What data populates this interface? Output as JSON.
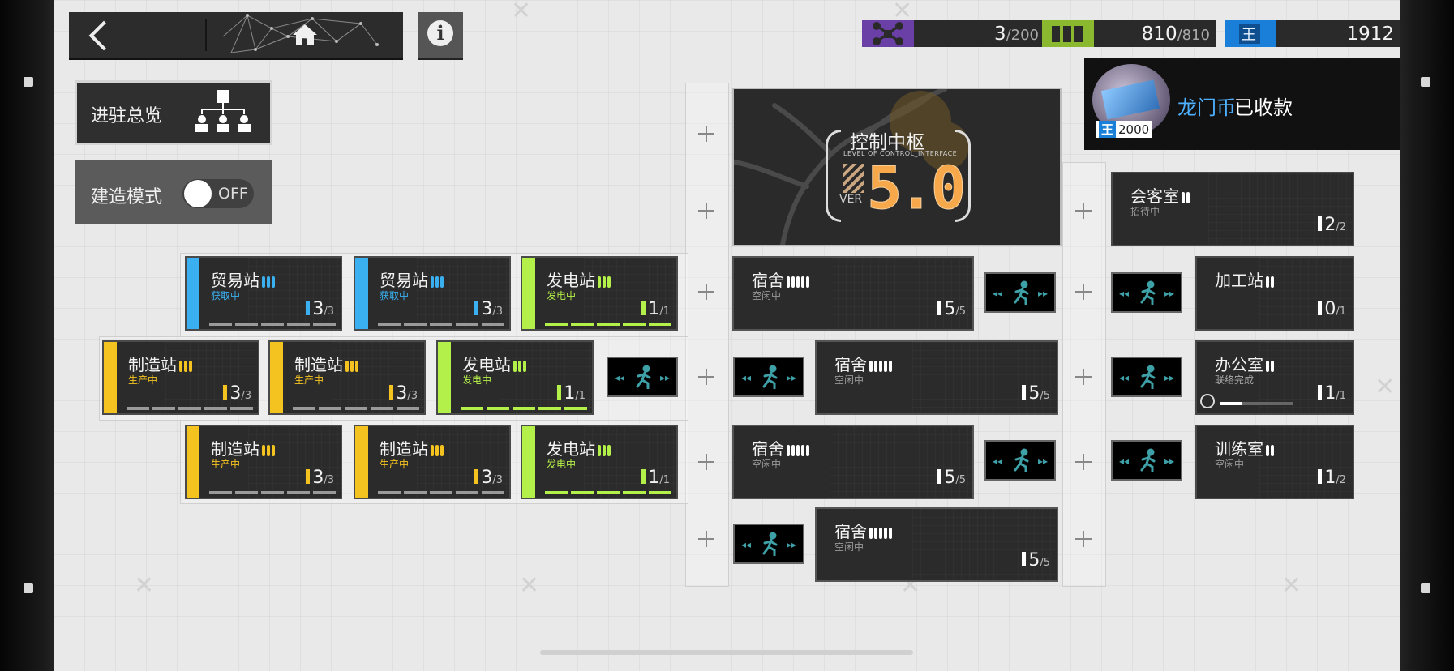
{
  "resources": {
    "drones": {
      "icon": "drone-icon",
      "value": "3",
      "max": "/200"
    },
    "power": {
      "icon": "battery-icon",
      "value": "810",
      "max": "/810"
    },
    "currency": {
      "icon": "lmd-icon",
      "value": "1912"
    }
  },
  "notification": {
    "amount": "2000",
    "currency_label": "龙门币",
    "text": "已收款"
  },
  "left_panel": {
    "overview_label": "进驻总览",
    "build_mode_label": "建造模式",
    "build_toggle": "OFF"
  },
  "control_center": {
    "title": "控制中枢",
    "subtitle": "LEVEL OF CONTROL_INTERFACE",
    "ver": "VER",
    "level": "5.0"
  },
  "colors": {
    "trade": "#3ab0f0",
    "factory": "#f5c320",
    "power": "#b4f04a",
    "accent_blue": "#4fb0ff"
  },
  "rooms": {
    "trade1": {
      "name": "贸易站",
      "status": "获取中",
      "count": "3",
      "max": "/3"
    },
    "trade2": {
      "name": "贸易站",
      "status": "获取中",
      "count": "3",
      "max": "/3"
    },
    "power1": {
      "name": "发电站",
      "status": "发电中",
      "count": "1",
      "max": "/1"
    },
    "factory1": {
      "name": "制造站",
      "status": "生产中",
      "count": "3",
      "max": "/3"
    },
    "factory2": {
      "name": "制造站",
      "status": "生产中",
      "count": "3",
      "max": "/3"
    },
    "power2": {
      "name": "发电站",
      "status": "发电中",
      "count": "1",
      "max": "/1"
    },
    "factory3": {
      "name": "制造站",
      "status": "生产中",
      "count": "3",
      "max": "/3"
    },
    "factory4": {
      "name": "制造站",
      "status": "生产中",
      "count": "3",
      "max": "/3"
    },
    "power3": {
      "name": "发电站",
      "status": "发电中",
      "count": "1",
      "max": "/1"
    },
    "dorm1": {
      "name": "宿舍",
      "status": "空闲中",
      "count": "5",
      "max": "/5"
    },
    "dorm2": {
      "name": "宿舍",
      "status": "空闲中",
      "count": "5",
      "max": "/5"
    },
    "dorm3": {
      "name": "宿舍",
      "status": "空闲中",
      "count": "5",
      "max": "/5"
    },
    "dorm4": {
      "name": "宿舍",
      "status": "空闲中",
      "count": "5",
      "max": "/5"
    },
    "reception": {
      "name": "会客室",
      "status": "招待中",
      "count": "2",
      "max": "/2"
    },
    "workshop": {
      "name": "加工站",
      "status": "",
      "count": "0",
      "max": "/1"
    },
    "office": {
      "name": "办公室",
      "status": "联络完成",
      "count": "1",
      "max": "/1"
    },
    "training": {
      "name": "训练室",
      "status": "空闲中",
      "count": "1",
      "max": "/2"
    }
  }
}
